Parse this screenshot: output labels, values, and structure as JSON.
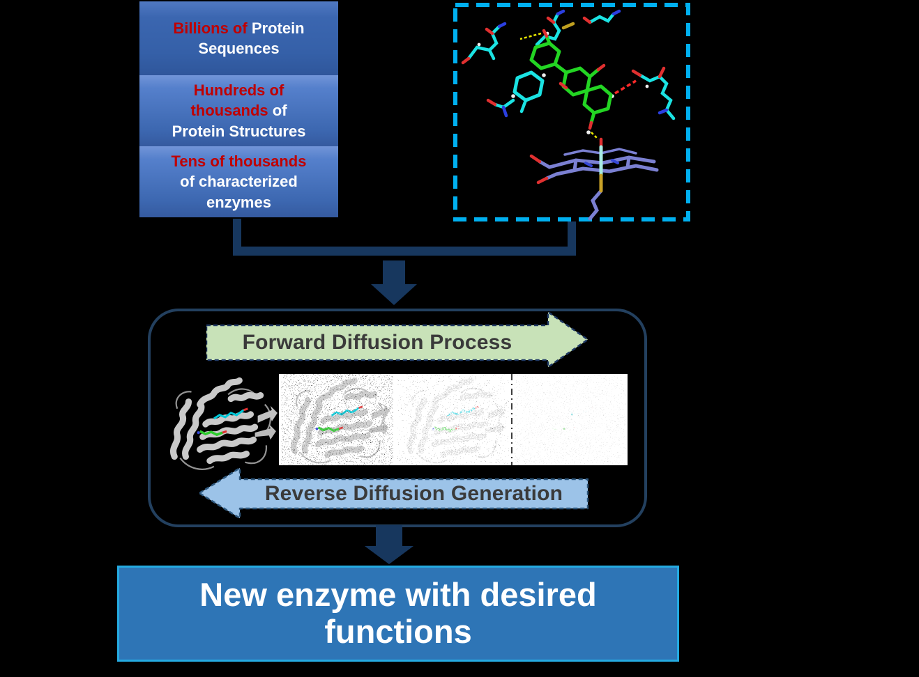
{
  "diagram": {
    "data_sources": {
      "sequences_box": {
        "line1_red": "Billions of",
        "line1_white": "Protein",
        "line2": "Sequences"
      },
      "structures_box": {
        "line1_red": "Hundreds of",
        "line2_red": "thousands",
        "line2_white": "of",
        "line3": "Protein Structures"
      },
      "enzymes_box": {
        "line1_red": "Tens of thousands",
        "line2": "of characterized",
        "line3": "enzymes"
      }
    },
    "figures": {
      "active_site": "enzyme-active-site-3d-structure",
      "stages": [
        "clean-protein-structure",
        "light-noise",
        "medium-noise",
        "full-noise"
      ]
    },
    "process": {
      "forward_label": "Forward Diffusion Process",
      "reverse_label": "Reverse Diffusion Generation"
    },
    "output": {
      "line1": "New enzyme with desired",
      "line2": "functions"
    },
    "colors": {
      "red_accent": "#C00000",
      "source_box_blue": "#3C67B0",
      "dashed_border_cyan": "#00B0F0",
      "connector_navy": "#17375E",
      "forward_arrow_green": "#C8E2B8",
      "reverse_arrow_blue": "#9CC3E8",
      "output_box_blue": "#2E75B6",
      "output_border_cyan": "#25AAE1",
      "arrow_label_gray": "#3A3A3A"
    }
  }
}
